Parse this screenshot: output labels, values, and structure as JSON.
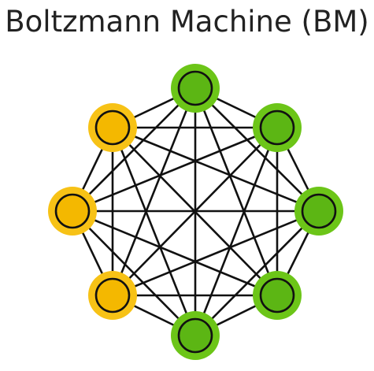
{
  "title": "Boltzmann Machine (BM)",
  "colors": {
    "hidden_outer": "#6cc518",
    "hidden_inner": "#5cb614",
    "visible_outer": "#f7c216",
    "visible_inner": "#f4b800",
    "stroke": "#111111"
  },
  "nodes": [
    {
      "id": "n0",
      "type": "hidden"
    },
    {
      "id": "n1",
      "type": "hidden"
    },
    {
      "id": "n2",
      "type": "hidden"
    },
    {
      "id": "n3",
      "type": "hidden"
    },
    {
      "id": "n4",
      "type": "hidden"
    },
    {
      "id": "n5",
      "type": "visible"
    },
    {
      "id": "n6",
      "type": "visible"
    },
    {
      "id": "n7",
      "type": "visible"
    }
  ],
  "connectivity": "fully-connected"
}
